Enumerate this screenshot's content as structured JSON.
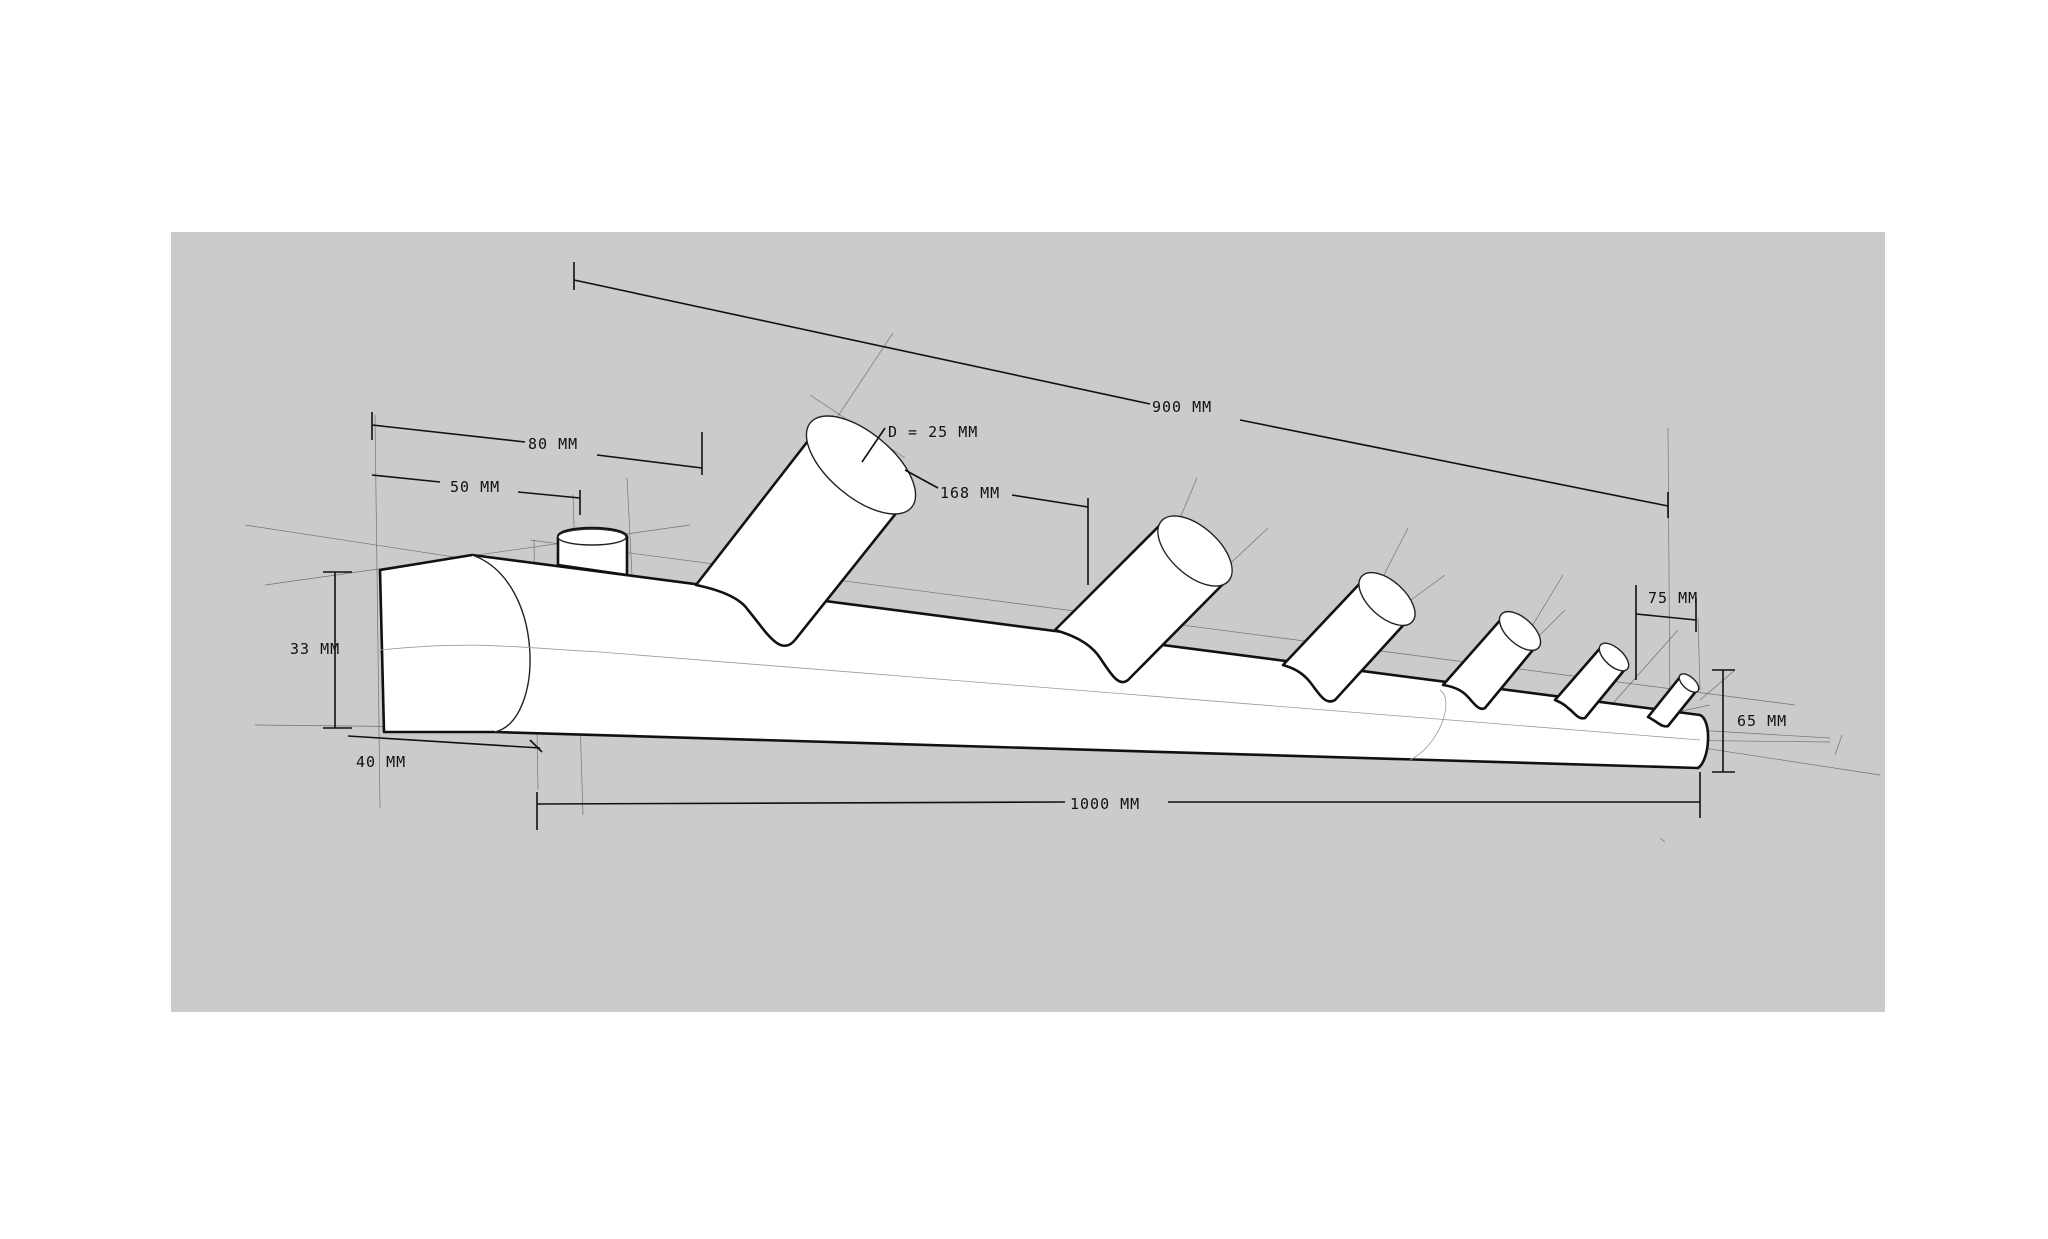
{
  "colors": {
    "page_background": "#ffffff",
    "panel_background": "#cbcbcb",
    "ink": "#111111",
    "body_fill": "#ffffff"
  },
  "dimensions": {
    "d_25": "D = 25 MM",
    "len_900": "900 MM",
    "len_80": "80 MM",
    "len_50": "50 MM",
    "len_168": "168 MM",
    "len_75": "75 MM",
    "h_33": "33 MM",
    "h_65": "65 MM",
    "w_40": "40 MM",
    "len_1000": "1000 MM"
  }
}
